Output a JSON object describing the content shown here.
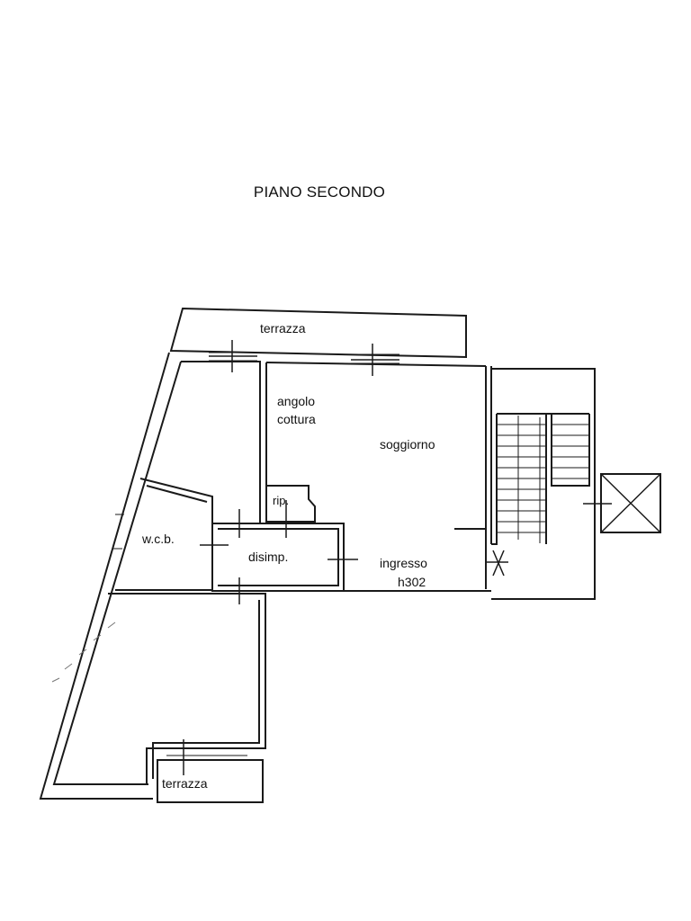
{
  "title": "PIANO SECONDO",
  "rooms": {
    "terrace_top": "terrazza",
    "kitchen_line1": "angolo",
    "kitchen_line2": "cottura",
    "living": "soggiorno",
    "storage": "rip.",
    "bathroom": "w.c.b.",
    "hallway": "disimp.",
    "entrance": "ingresso",
    "height": "h302",
    "terrace_bottom": "terrazza"
  }
}
